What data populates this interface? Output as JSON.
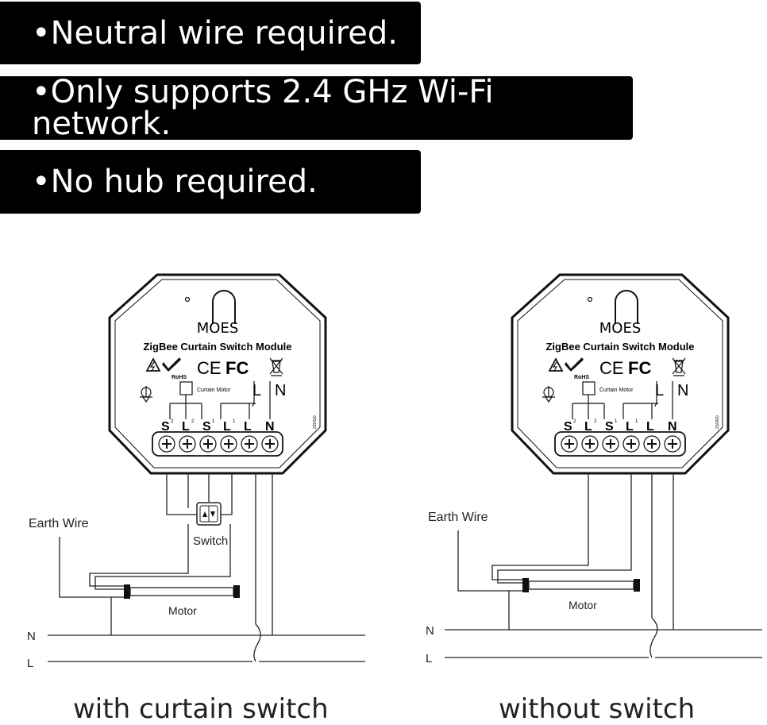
{
  "banners": [
    "•Neutral wire required.",
    "•Only supports 2.4 GHz Wi-Fi network.",
    "•No hub required."
  ],
  "module": {
    "brand": "MOES",
    "title": "ZigBee Curtain Switch Module",
    "rohs": "RoHS",
    "ce": "CE",
    "fc": "FC",
    "curtain_motor": "Curtain Motor",
    "l_label": "L",
    "n_label": "N",
    "terminals": [
      "S",
      "L",
      "S",
      "L",
      "L",
      "N"
    ],
    "terminal_sups": [
      "2",
      "2",
      "1",
      "1",
      "",
      ""
    ],
    "code": "210420"
  },
  "diagram_left": {
    "earth": "Earth Wire",
    "switch": "Switch",
    "motor": "Motor",
    "n": "N",
    "l": "L",
    "caption": "with curtain switch"
  },
  "diagram_right": {
    "earth": "Earth Wire",
    "motor": "Motor",
    "n": "N",
    "l": "L",
    "caption": "without switch"
  },
  "colors": {
    "banner_bg": "#000000",
    "banner_text": "#ffffff",
    "line": "#222222"
  }
}
